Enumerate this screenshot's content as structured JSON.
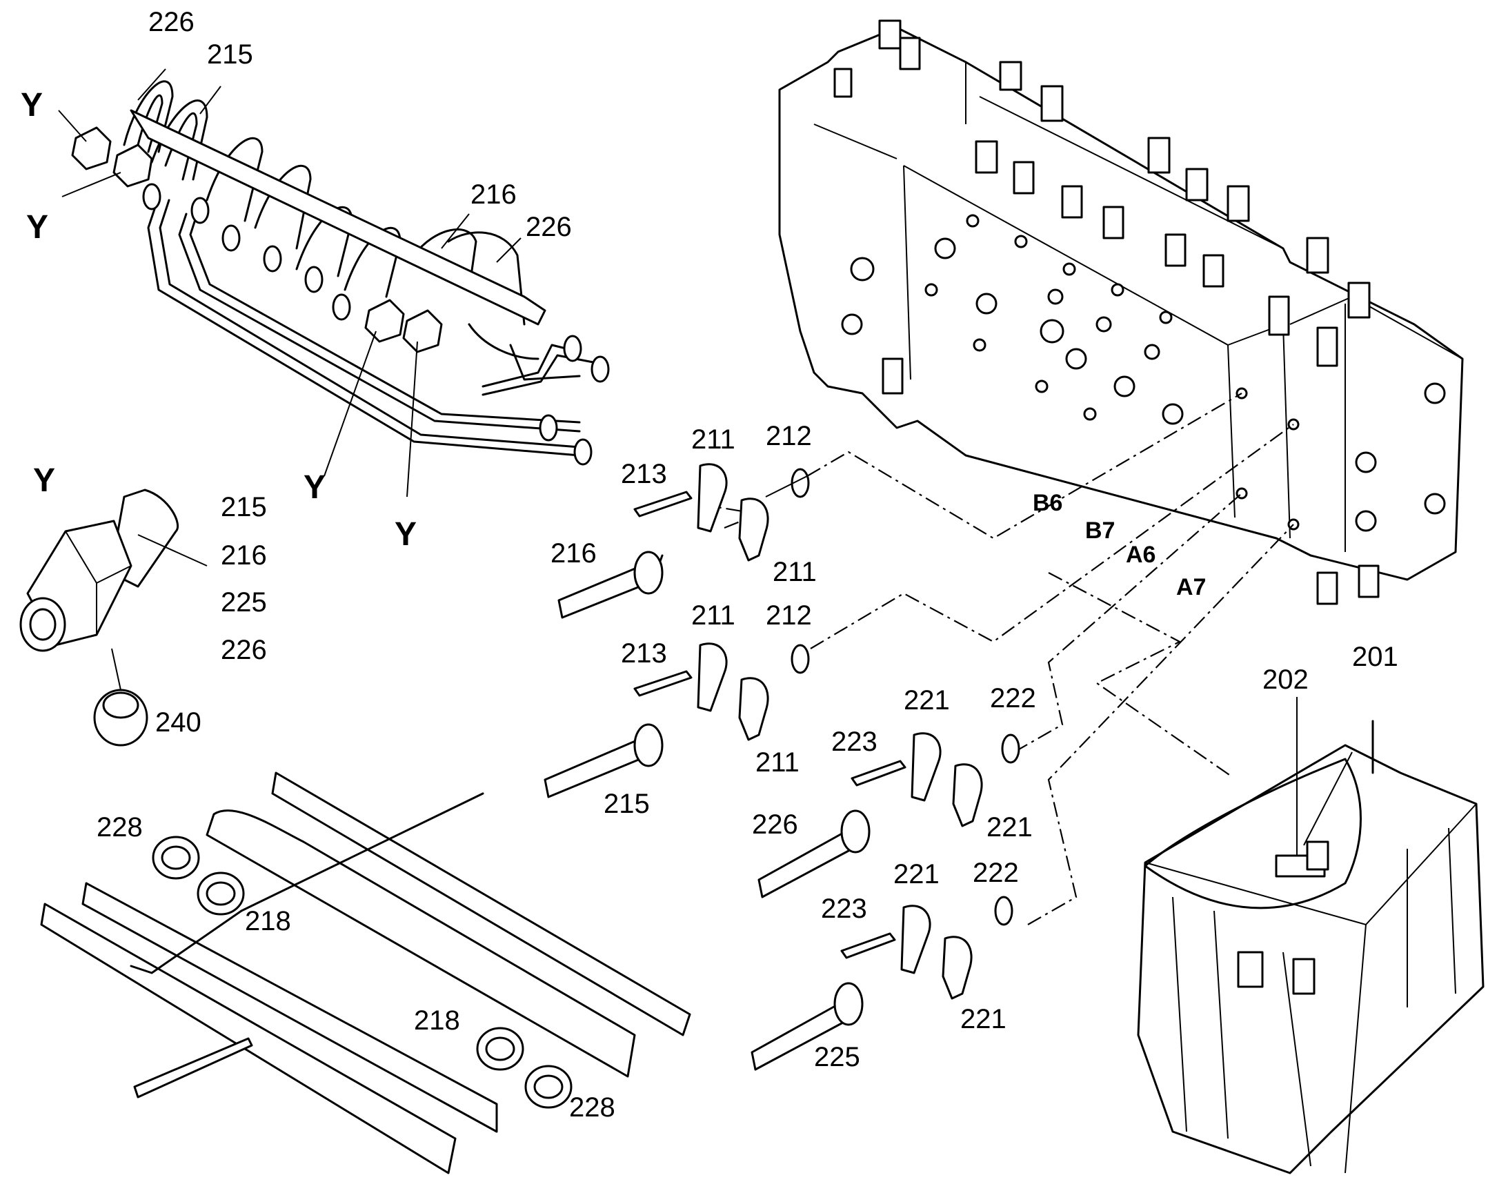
{
  "diagram": {
    "labels": {
      "hose_226_top": "226",
      "hose_215_top": "215",
      "y_top_left_1": "Y",
      "y_top_left_2": "Y",
      "hose_216_mid": "216",
      "hose_226_mid": "226",
      "y_mid_1": "Y",
      "y_mid_2": "Y",
      "detail_y_title": "Y",
      "detail_215": "215",
      "detail_216": "216",
      "detail_225": "225",
      "detail_226": "226",
      "cap_240": "240",
      "flange_211_a": "211",
      "oring_212_a": "212",
      "bolt_213_a": "213",
      "hose_216_b": "216",
      "flange_211_b": "211",
      "flange_211_c": "211",
      "oring_212_b": "212",
      "bolt_213_b": "213",
      "flange_211_d": "211",
      "hose_215_b": "215",
      "flange_221_a": "221",
      "oring_222_a": "222",
      "bolt_223_a": "223",
      "hose_226_b": "226",
      "flange_221_b": "221",
      "flange_221_c": "221",
      "oring_222_b": "222",
      "bolt_223_b": "223",
      "flange_221_d": "221",
      "hose_225_b": "225",
      "port_b6": "B6",
      "port_b7": "B7",
      "port_a6": "A6",
      "port_a7": "A7",
      "label_202": "202",
      "label_201": "201",
      "grommet_228_a": "228",
      "grommet_218_a": "218",
      "grommet_218_b": "218",
      "grommet_228_b": "228"
    }
  }
}
